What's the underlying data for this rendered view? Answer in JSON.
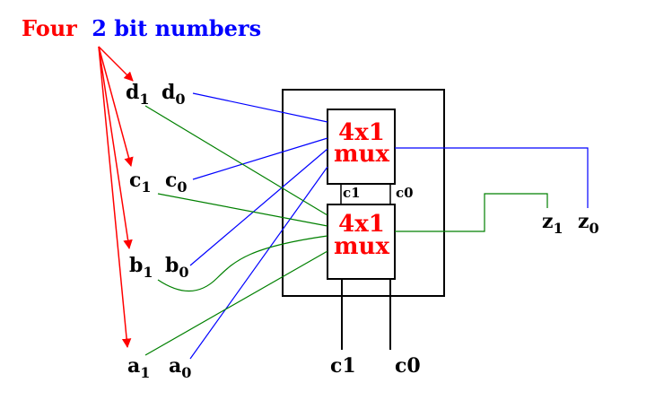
{
  "header": {
    "prefix": "Four",
    "rest": "2 bit numbers"
  },
  "inputs": {
    "d": {
      "high": "d",
      "high_sub": "1",
      "low": "d",
      "low_sub": "0"
    },
    "c": {
      "high": "c",
      "high_sub": "1",
      "low": "c",
      "low_sub": "0"
    },
    "b": {
      "high": "b",
      "high_sub": "1",
      "low": "b",
      "low_sub": "0"
    },
    "a": {
      "high": "a",
      "high_sub": "1",
      "low": "a",
      "low_sub": "0"
    }
  },
  "mux_top": {
    "line1": "4x1",
    "line2": "mux"
  },
  "mux_bottom": {
    "line1": "4x1",
    "line2": "mux"
  },
  "inner_selects": {
    "left": "c1",
    "right": "c0"
  },
  "outer_selects": {
    "left": "c1",
    "right": "c0"
  },
  "outputs": {
    "high": "z",
    "high_sub": "1",
    "low": "z",
    "low_sub": "0"
  },
  "colors": {
    "red": "#ff0000",
    "blue": "#0000ff",
    "green": "#008000",
    "black": "#000000"
  }
}
